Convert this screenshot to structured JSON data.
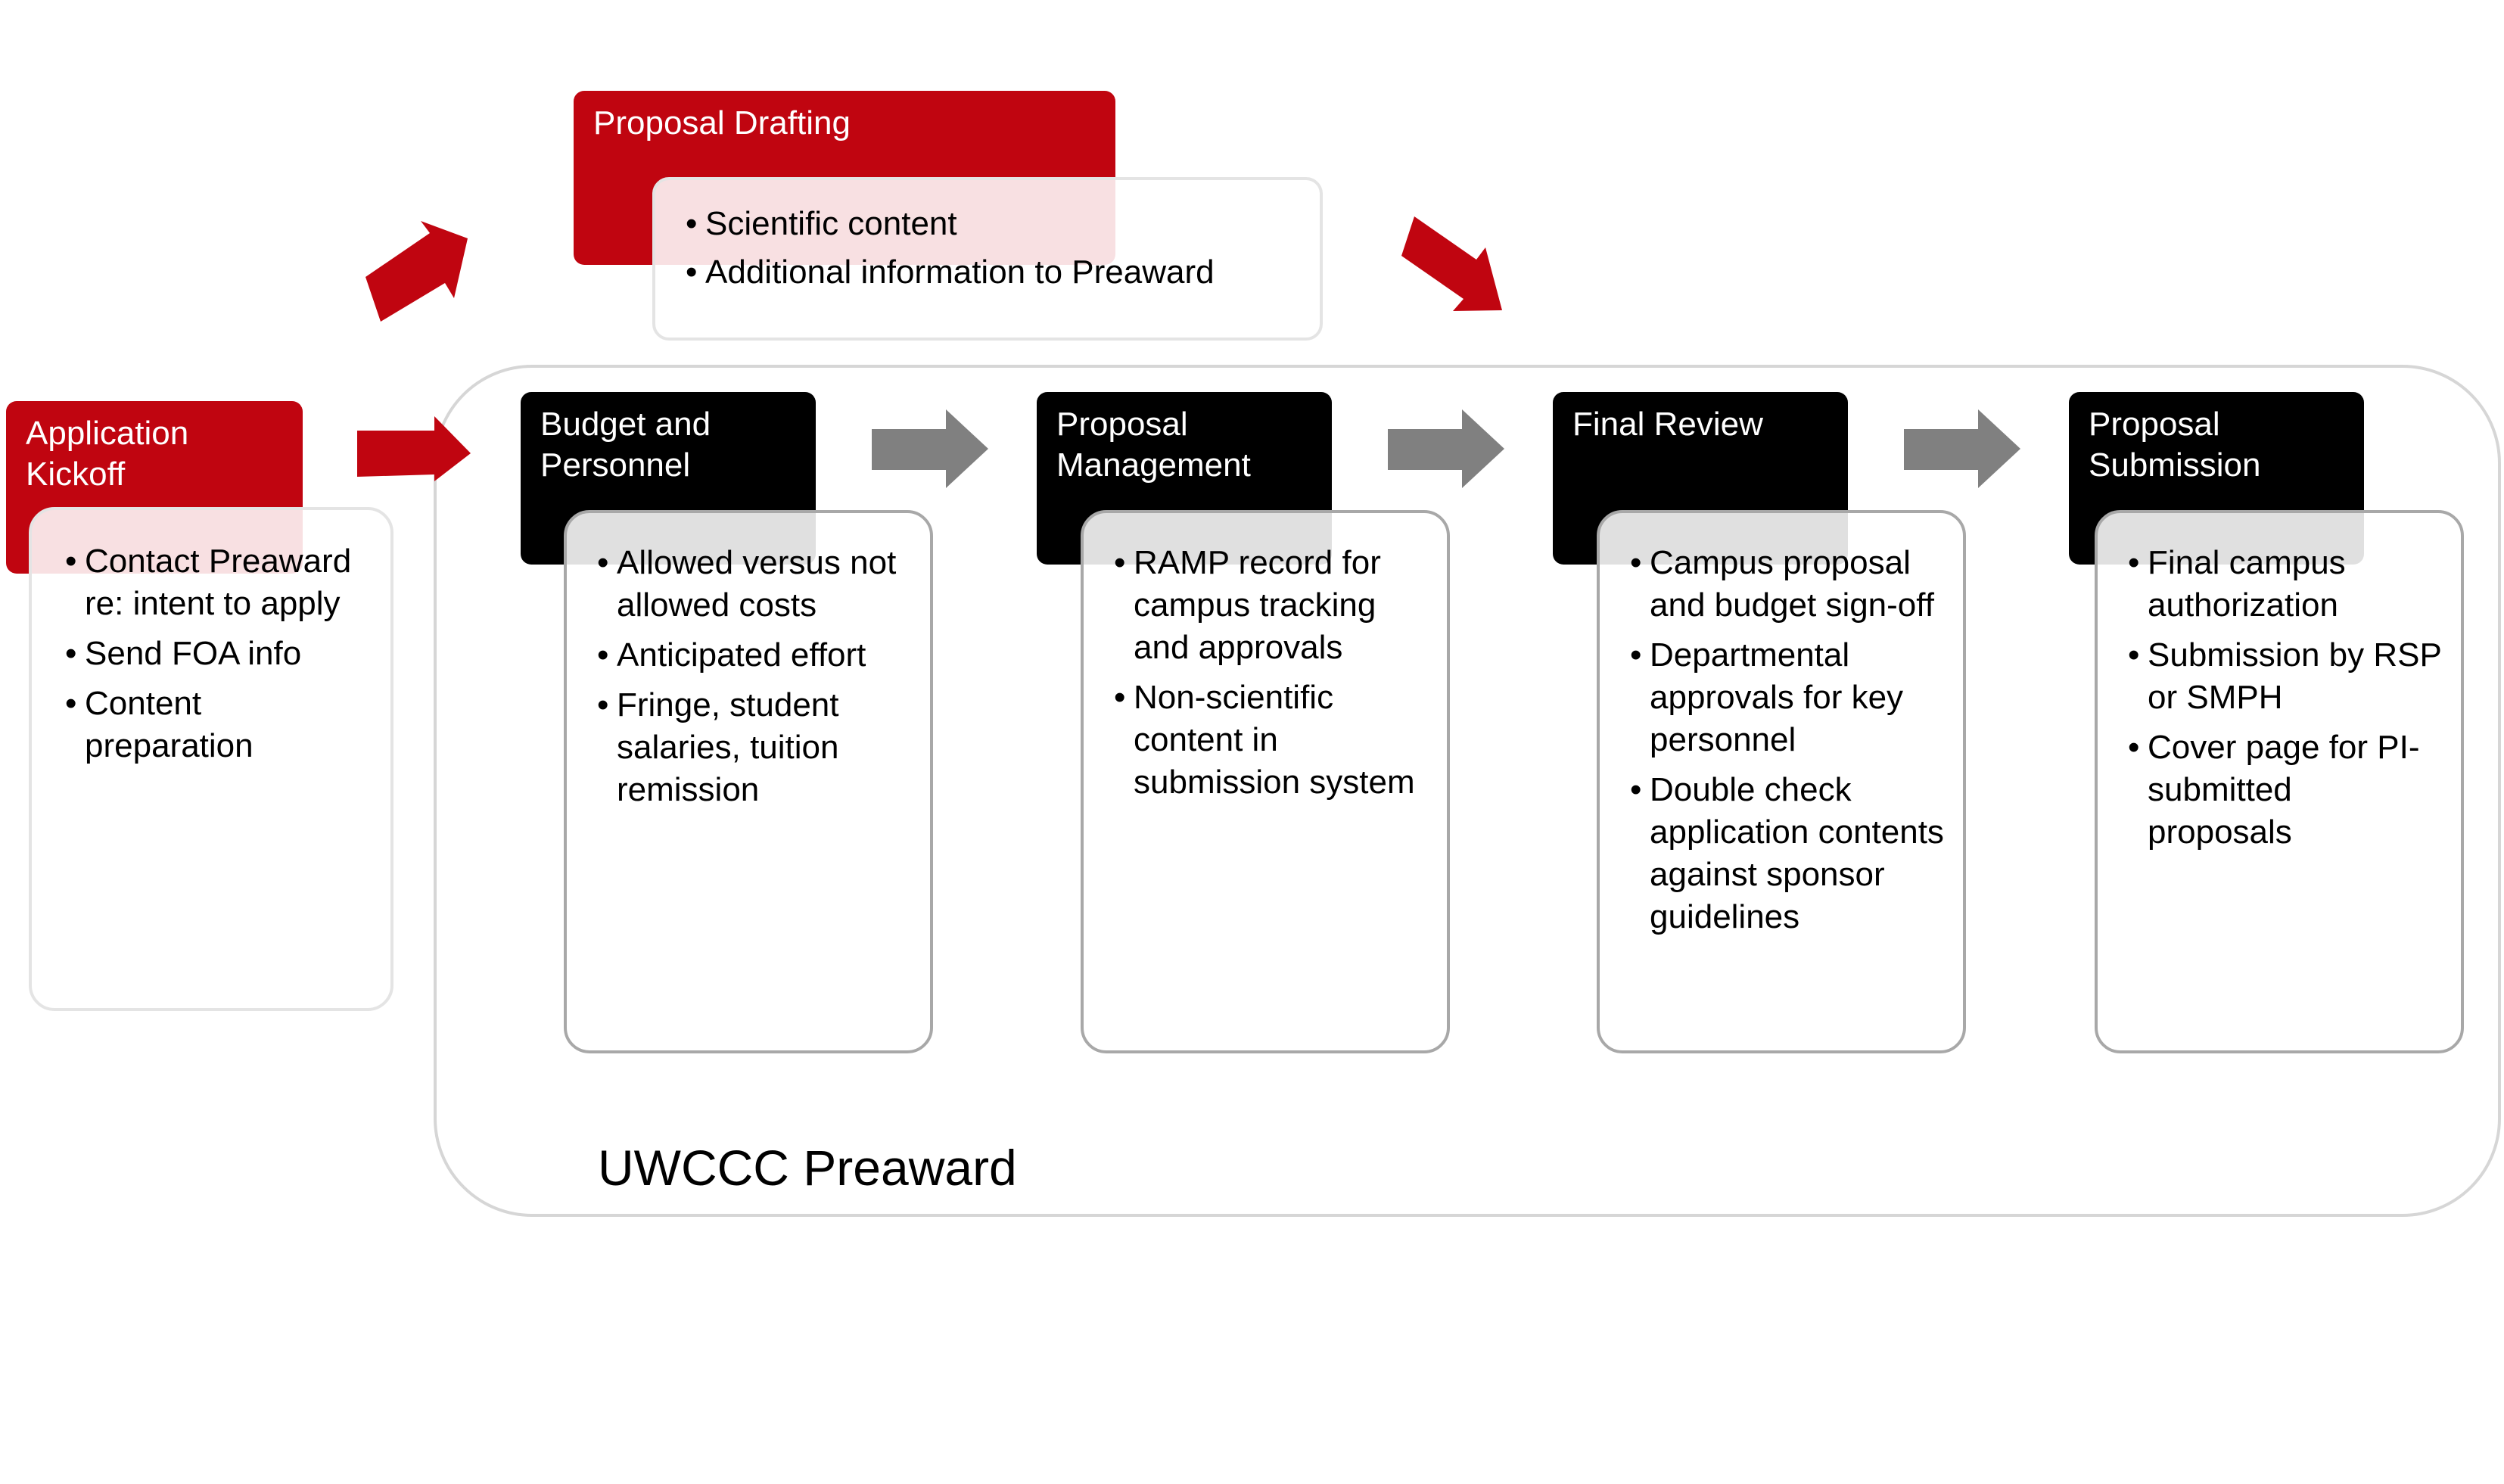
{
  "drafting": {
    "title": "Proposal Drafting",
    "bullets": [
      "Scientific content",
      "Additional information to Preaward"
    ]
  },
  "kickoff": {
    "title": "Application Kickoff",
    "bullets": [
      "Contact Preaward re: intent to apply",
      "Send FOA info",
      "Content preparation"
    ]
  },
  "container": {
    "label": "UWCCC Preaward"
  },
  "steps": [
    {
      "title": "Budget and Personnel",
      "bullets": [
        "Allowed versus not allowed costs",
        "Anticipated effort",
        "Fringe, student salaries, tuition remission"
      ]
    },
    {
      "title": "Proposal Management",
      "bullets": [
        "RAMP record for campus tracking and approvals",
        "Non-scientific content in submission system"
      ]
    },
    {
      "title": "Final Review",
      "bullets": [
        "Campus proposal and budget sign-off",
        "Departmental approvals for key personnel",
        "Double check application contents against sponsor guidelines"
      ]
    },
    {
      "title": "Proposal Submission",
      "bullets": [
        "Final campus authorization",
        "Submission by RSP or SMPH",
        "Cover page for PI-submitted proposals"
      ]
    }
  ],
  "colors": {
    "accent_red": "#c00510",
    "header_black": "#000000",
    "arrow_gray": "#808080",
    "card_border": "#a8a8a8"
  }
}
